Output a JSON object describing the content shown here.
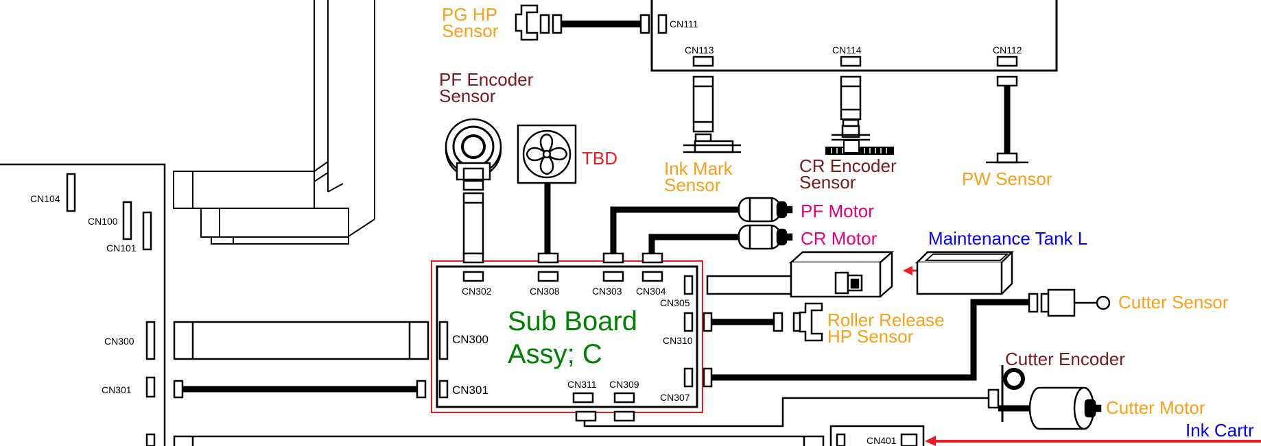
{
  "colors": {
    "orange": "#F7A11A",
    "maroon": "#7A1A1A",
    "red": "#ED1C24",
    "magenta": "#E6007E",
    "blue": "#0000FF",
    "green": "#008000",
    "black": "#000000"
  },
  "labels": {
    "pg_hp_sensor_line1": "PG HP",
    "pg_hp_sensor_line2": "Sensor",
    "pf_encoder_line1": "PF Encoder",
    "pf_encoder_line2": "Sensor",
    "tbd": "TBD",
    "ink_mark_line1": "Ink Mark",
    "ink_mark_line2": "Sensor",
    "cr_encoder_line1": "CR Encoder",
    "cr_encoder_line2": "Sensor",
    "pw_sensor": "PW Sensor",
    "pf_motor": "PF Motor",
    "cr_motor": "CR Motor",
    "maintenance_tank": "Maintenance Tank L",
    "cutter_sensor": "Cutter Sensor",
    "roller_release_line1": "Roller Release",
    "roller_release_line2": "HP Sensor",
    "cutter_encoder": "Cutter Encoder",
    "cutter_motor": "Cutter Motor",
    "ink_cartridge": "Ink Cartr",
    "sub_board_line1": "Sub Board",
    "sub_board_line2": "Assy; C"
  },
  "connectors": {
    "cn111": "CN111",
    "cn113": "CN113",
    "cn114": "CN114",
    "cn112": "CN112",
    "cn104": "CN104",
    "cn100": "CN100",
    "cn101": "CN101",
    "cn300_left": "CN300",
    "cn301_left": "CN301",
    "cn302": "CN302",
    "cn308": "CN308",
    "cn303": "CN303",
    "cn304": "CN304",
    "cn305": "CN305",
    "cn300_board": "CN300",
    "cn310": "CN310",
    "cn301_board": "CN301",
    "cn311": "CN311",
    "cn309": "CN309",
    "cn307": "CN307",
    "cn401": "CN401"
  }
}
